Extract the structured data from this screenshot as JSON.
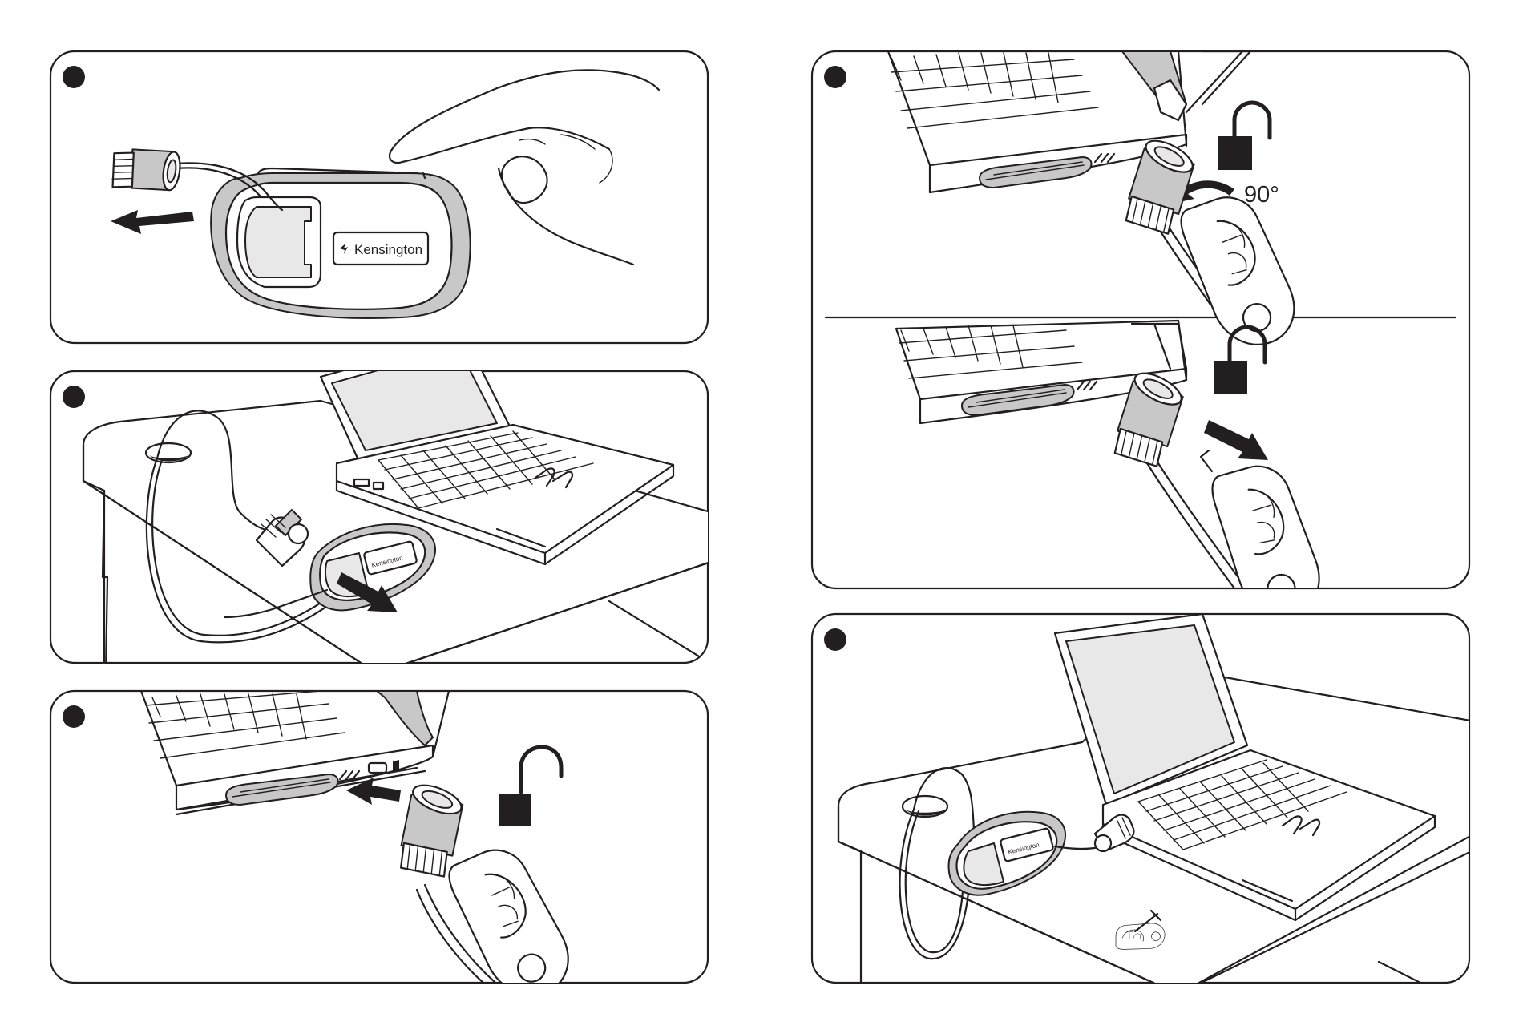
{
  "brand": {
    "label": "Kensington",
    "logo_mark": "kensington-logo-icon"
  },
  "steps": [
    {
      "id": 1,
      "icons": [
        "retractable-cable-reel",
        "pull-arrow-icon",
        "finger-pressing-icon"
      ]
    },
    {
      "id": 2,
      "icons": [
        "laptop",
        "desk",
        "cable-loop",
        "pull-arrow-icon"
      ]
    },
    {
      "id": 3,
      "icons": [
        "laptop-edge",
        "security-slot",
        "insert-arrow-icon",
        "padlock-open-icon",
        "key-icon"
      ]
    },
    {
      "id": 4,
      "icons": [
        "laptop-edge",
        "padlock-closed-icon",
        "rotate-arrow-icon",
        "key-icon"
      ],
      "rotation_label": "90°"
    },
    {
      "id": 5,
      "icons": [
        "laptop-edge",
        "padlock-closed-icon",
        "remove-arrow-icon",
        "key-icon"
      ]
    },
    {
      "id": 6,
      "icons": [
        "laptop",
        "desk",
        "cable-loop",
        "key-icon"
      ]
    }
  ],
  "colors": {
    "ink": "#231f20",
    "panel_fill": "#ffffff",
    "accent_grey": "#c8c8c8"
  }
}
